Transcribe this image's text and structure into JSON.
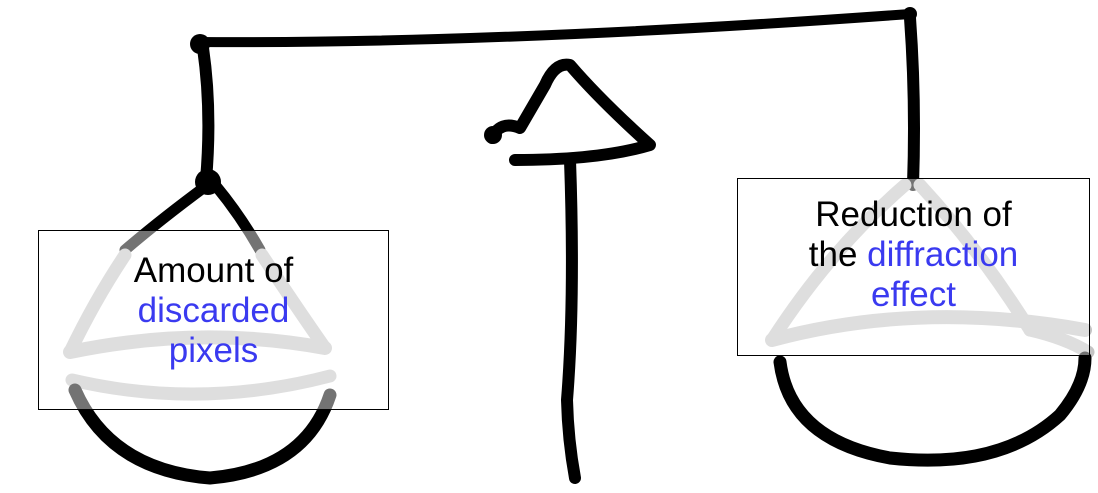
{
  "colors": {
    "ink": "#000000",
    "pan_gray": "#c4c4c4",
    "highlight": "#3a3af0"
  },
  "left_label": {
    "line1": "Amount of",
    "line2": "discarded",
    "line3": "pixels"
  },
  "right_label": {
    "line1": "Reduction of",
    "line2_plain": "the",
    "line2_highlight": "diffraction",
    "line3": "effect"
  }
}
